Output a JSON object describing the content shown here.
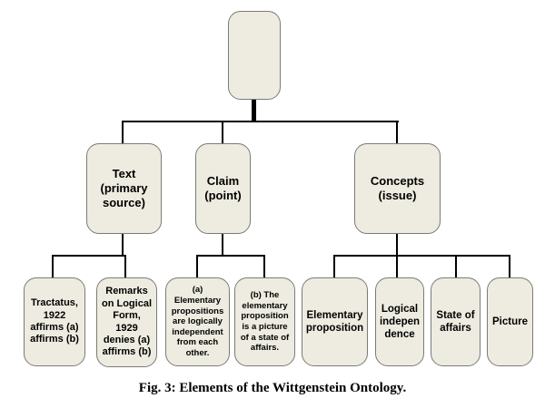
{
  "figure": {
    "caption": "Fig. 3: Elements of the Wittgenstein Ontology."
  },
  "colors": {
    "background": "#ffffff",
    "node_fill": "#eeece1",
    "node_border": "#7b7b75",
    "connector": "#000000",
    "text": "#000000"
  },
  "nodes": {
    "root": "",
    "text_primary_source": "Text\n(primary\nsource)",
    "claim_point": "Claim\n(point)",
    "concepts_issue": "Concepts\n(issue)",
    "tractatus": "Tractatus,\n1922\naffirms (a)\naffirms (b)",
    "remarks": "Remarks\non Logical\nForm,\n1929\ndenies (a)\naffirms (b)",
    "claim_a": "(a)\nElementary\npropositions\nare logically\nindependent\nfrom each\nother.",
    "claim_b": "(b) The\nelementary\nproposition\nis a picture\nof a state of\naffairs.",
    "elementary_proposition": "Elementary\nproposition",
    "logical_independence": "Logical\nindepen\ndence",
    "state_of_affairs": "State of\naffairs",
    "picture": "Picture"
  }
}
